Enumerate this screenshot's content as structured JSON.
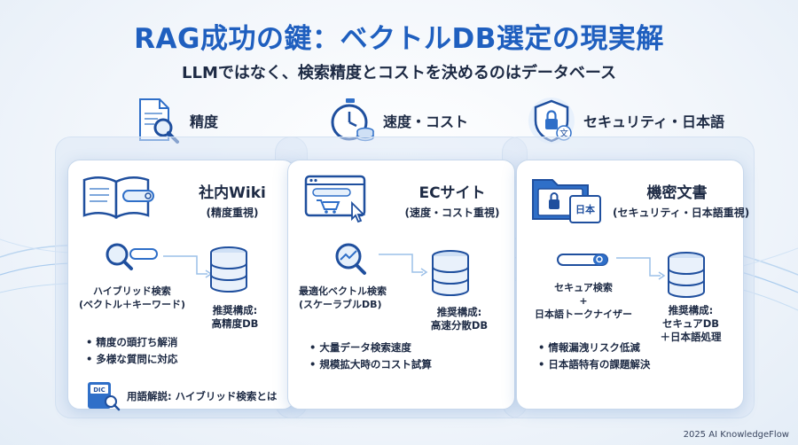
{
  "title": "RAG成功の鍵：ベクトルDB選定の現実解",
  "subtitle": "LLMではなく、検索精度とコストを決めるのはデータベース",
  "columns": [
    {
      "label": "精度",
      "icon": "document-magnifier-icon"
    },
    {
      "label": "速度・コスト",
      "icon": "stopwatch-coins-icon"
    },
    {
      "label": "セキュリティ・日本語",
      "icon": "shield-lock-icon"
    }
  ],
  "cards": [
    {
      "title": "社内Wiki",
      "subtitle": "(精度重視)",
      "method_line1": "ハイブリッド検索",
      "method_line2": "(ベクトル＋キーワード)",
      "rec_label": "推奨構成:",
      "rec_value1": "高精度DB",
      "bullets": [
        "精度の頭打ち解消",
        "多様な質問に対応"
      ],
      "glossary": "用語解説: ハイブリッド検索とは",
      "glossary_badge": "DIC"
    },
    {
      "title": "ECサイト",
      "subtitle": "(速度・コスト重視)",
      "method_line1": "最適化ベクトル検索",
      "method_line2": "(スケーラブルDB)",
      "rec_label": "推奨構成:",
      "rec_value1": "高速分散DB",
      "bullets": [
        "大量データ検索速度",
        "規模拡大時のコスト試算"
      ]
    },
    {
      "title": "機密文書",
      "subtitle": "(セキュリティ・日本語重視)",
      "method_line1": "セキュア検索",
      "method_plus": "+",
      "method_line2": "日本語トークナイザー",
      "rec_label": "推奨構成:",
      "rec_value1": "セキュアDB",
      "rec_value2": "＋日本語処理",
      "bullets": [
        "情報漏洩リスク低減",
        "日本語特有の課題解決"
      ],
      "folder_badge": "日本"
    }
  ],
  "footer": "2025 AI KnowledgeFlow",
  "colors": {
    "accent": "#1f5fbf",
    "icon_blue": "#2f6fc8",
    "light_blue": "#cfe0f5"
  }
}
